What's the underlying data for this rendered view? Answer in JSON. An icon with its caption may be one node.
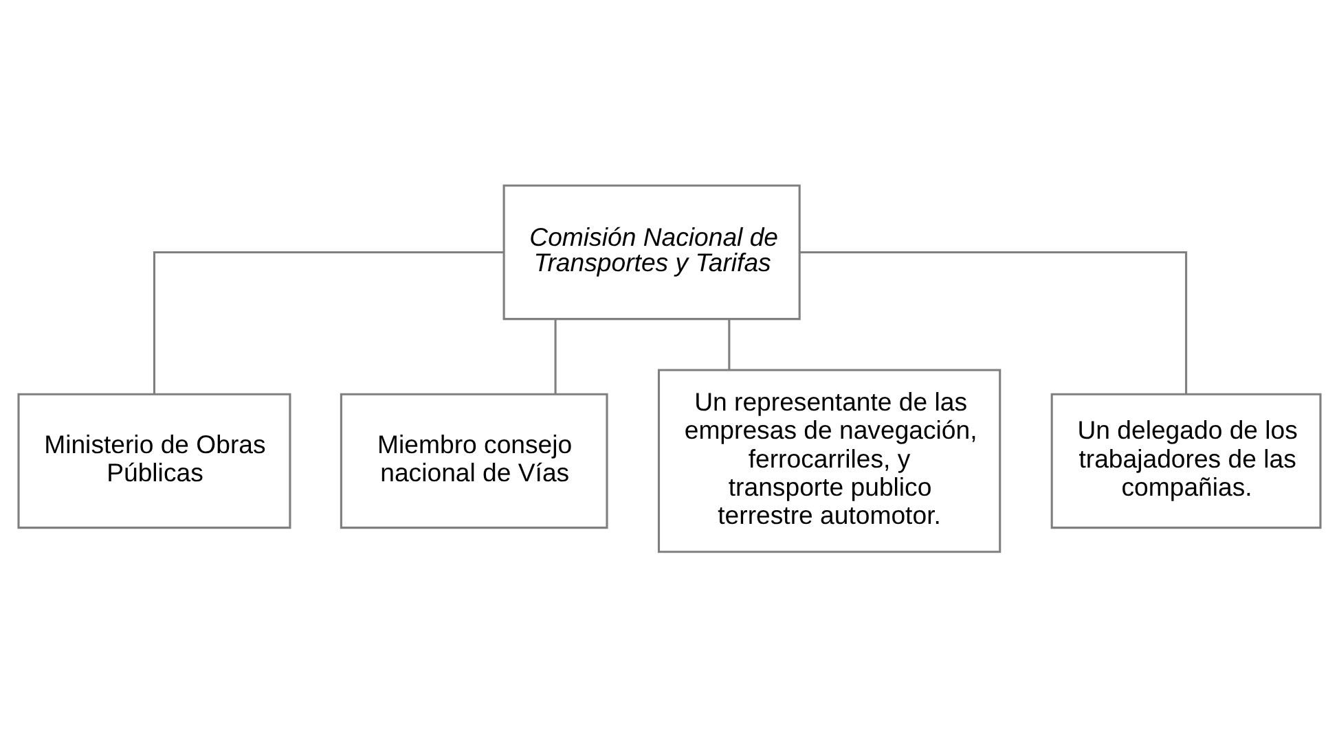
{
  "diagram": {
    "nodes": [
      {
        "text": [
          "Comisión Nacional de Transportes y Tarifas"
        ]
      },
      {
        "text": [
          "Ministerio de Obras Públicas"
        ]
      },
      {
        "text": [
          "Miembro consejo nacional de Vías"
        ]
      },
      {
        "text": [
          "Un representante de las empresas de navegación, ferrocarriles, y transporte publico terrestre automotor."
        ]
      },
      {
        "text": [
          "Un delegado de los trabajadores de las compañias."
        ]
      }
    ],
    "edges": [
      {
        "from": 0,
        "to": 1,
        "arrow": "none"
      },
      {
        "from": 0,
        "to": 2,
        "arrow": "none"
      },
      {
        "from": 0,
        "to": 3,
        "arrow": "none"
      },
      {
        "from": 0,
        "to": 4,
        "arrow": "none"
      }
    ]
  }
}
